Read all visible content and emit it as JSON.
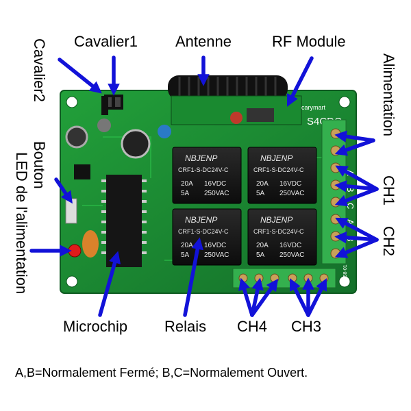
{
  "labels": {
    "cavalier1": "Cavalier1",
    "antenne": "Antenne",
    "rf_module": "RF Module",
    "cavalier2": "Cavalier2",
    "alimentation": "Alimentation",
    "bouton": "Bouton",
    "led_alimentation": "LED de l'alimentation",
    "ch1": "CH1",
    "ch2": "CH2",
    "microchip": "Microchip",
    "relais": "Relais",
    "ch4": "CH4",
    "ch3": "CH3"
  },
  "board_text": {
    "brand": "carymart",
    "model": "S4CDC",
    "relay_brand": "NBJENP",
    "relay_model": "CRF1-S-DC24V-C",
    "relay_rating_a1": "20A",
    "relay_rating_a2": "5A",
    "relay_rating_v1": "16VDC",
    "relay_rating_v2": "250VAC",
    "terminal_a": "A",
    "terminal_b": "B",
    "terminal_c": "C",
    "serial": "1058-01"
  },
  "footer": {
    "note": "A,B=Normalement Fermé; B,C=Normalement Ouvert."
  },
  "colors": {
    "board_green": "#1e8a2e",
    "arrow_blue": "#1212d8",
    "terminal_green": "#2ea84a",
    "relay_black": "#1a1a1a"
  }
}
